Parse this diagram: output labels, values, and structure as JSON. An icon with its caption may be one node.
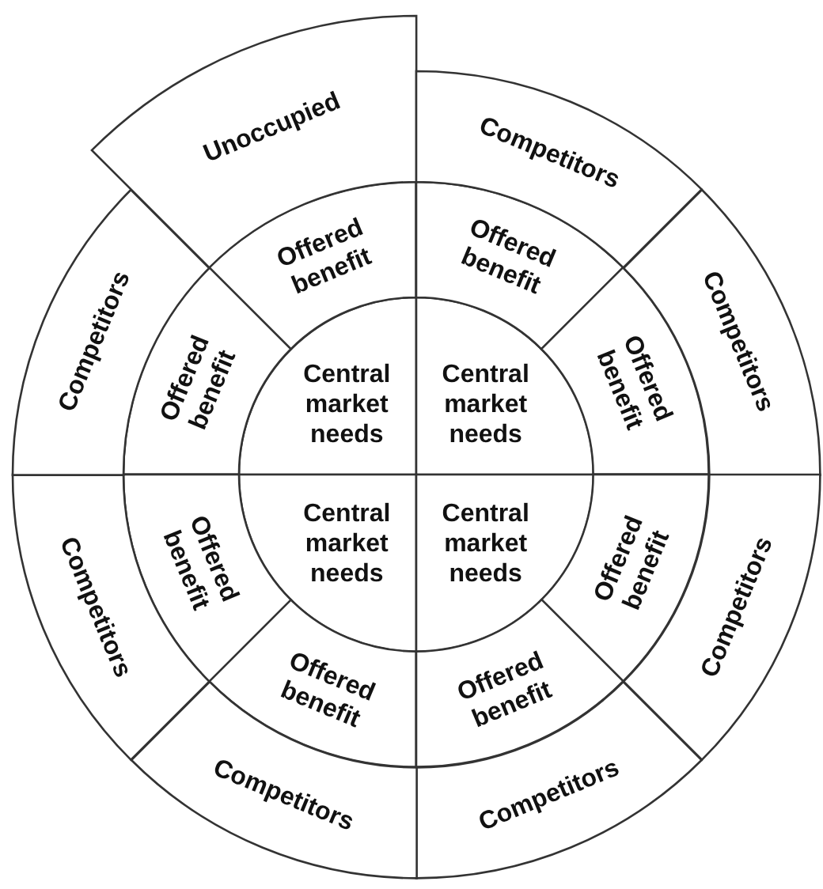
{
  "diagram": {
    "nodes": [
      {
        "text": [
          "Central market needs"
        ]
      },
      {
        "text": [
          "Central market needs"
        ]
      },
      {
        "text": [
          "Central market needs"
        ]
      },
      {
        "text": [
          "Central market needs"
        ]
      },
      {
        "text": [
          "Offered benefit"
        ]
      },
      {
        "text": [
          "Offered benefit"
        ]
      },
      {
        "text": [
          "Offered benefit"
        ]
      },
      {
        "text": [
          "Offered benefit"
        ]
      },
      {
        "text": [
          "Offered benefit"
        ]
      },
      {
        "text": [
          "Offered benefit"
        ]
      },
      {
        "text": [
          "Offered benefit"
        ]
      },
      {
        "text": [
          "Offered benefit"
        ]
      },
      {
        "text": [
          "Unoccupied"
        ]
      },
      {
        "text": [
          "Competitors"
        ]
      },
      {
        "text": [
          "Competitors"
        ]
      },
      {
        "text": [
          "Competitors"
        ]
      },
      {
        "text": [
          "Competitors"
        ]
      },
      {
        "text": [
          "Competitors"
        ]
      },
      {
        "text": [
          "Competitors"
        ]
      },
      {
        "text": [
          "Competitors"
        ]
      }
    ]
  }
}
